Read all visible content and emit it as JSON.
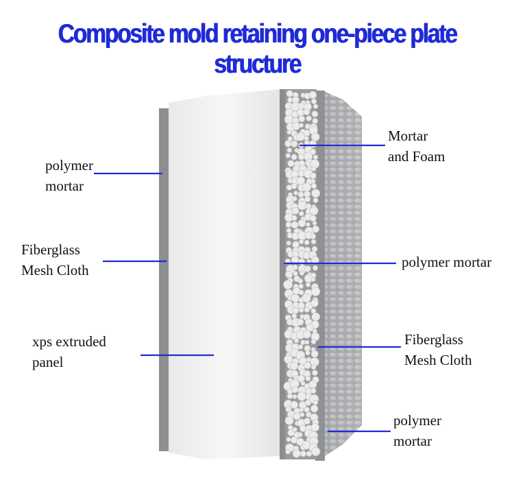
{
  "title": "Composite mold retaining one-piece plate structure",
  "labels": {
    "left_polymer_mortar": [
      "polymer",
      "mortar"
    ],
    "left_fiberglass": [
      "Fiberglass",
      "Mesh Cloth"
    ],
    "xps_panel": [
      "xps extruded",
      "panel"
    ],
    "mortar_foam": [
      "Mortar",
      "and Foam"
    ],
    "right_polymer_mortar": [
      "polymer mortar"
    ],
    "right_fiberglass": [
      "Fiberglass",
      "Mesh Cloth"
    ],
    "bottom_polymer_mortar": [
      "polymer",
      "mortar"
    ]
  },
  "colors": {
    "title": "#1f2bd6",
    "leader_lines": "#1f2bd6",
    "xps_panel": "#f2f2f2",
    "mortar": "#8f9194",
    "foam_beads": "#e8e8e8"
  }
}
